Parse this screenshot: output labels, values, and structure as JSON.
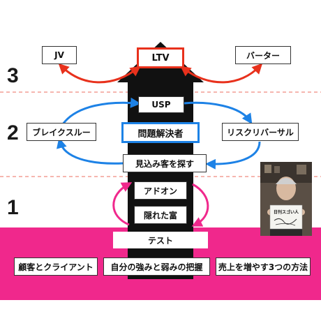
{
  "levels": [
    "3",
    "2",
    "1"
  ],
  "top_row": {
    "left": "JV",
    "center": "LTV",
    "right": "バーター"
  },
  "middle": {
    "usp": "USP",
    "left": "ブレイクスルー",
    "center": "問題解決者",
    "right": "リスクリバーサル",
    "seek": "見込み客を探す"
  },
  "lower": {
    "addon": "アドオン",
    "hidden": "隠れた富",
    "test": "テスト"
  },
  "bottom_row": [
    "顧客とクライアント",
    "自分の強みと弱みの把握",
    "売上を増やす3つの方法"
  ],
  "photo_sign": "日刊スゴい人",
  "colors": {
    "pink": "#f0288c",
    "red": "#e8311c",
    "blue": "#1d82e6",
    "black": "#111111"
  }
}
